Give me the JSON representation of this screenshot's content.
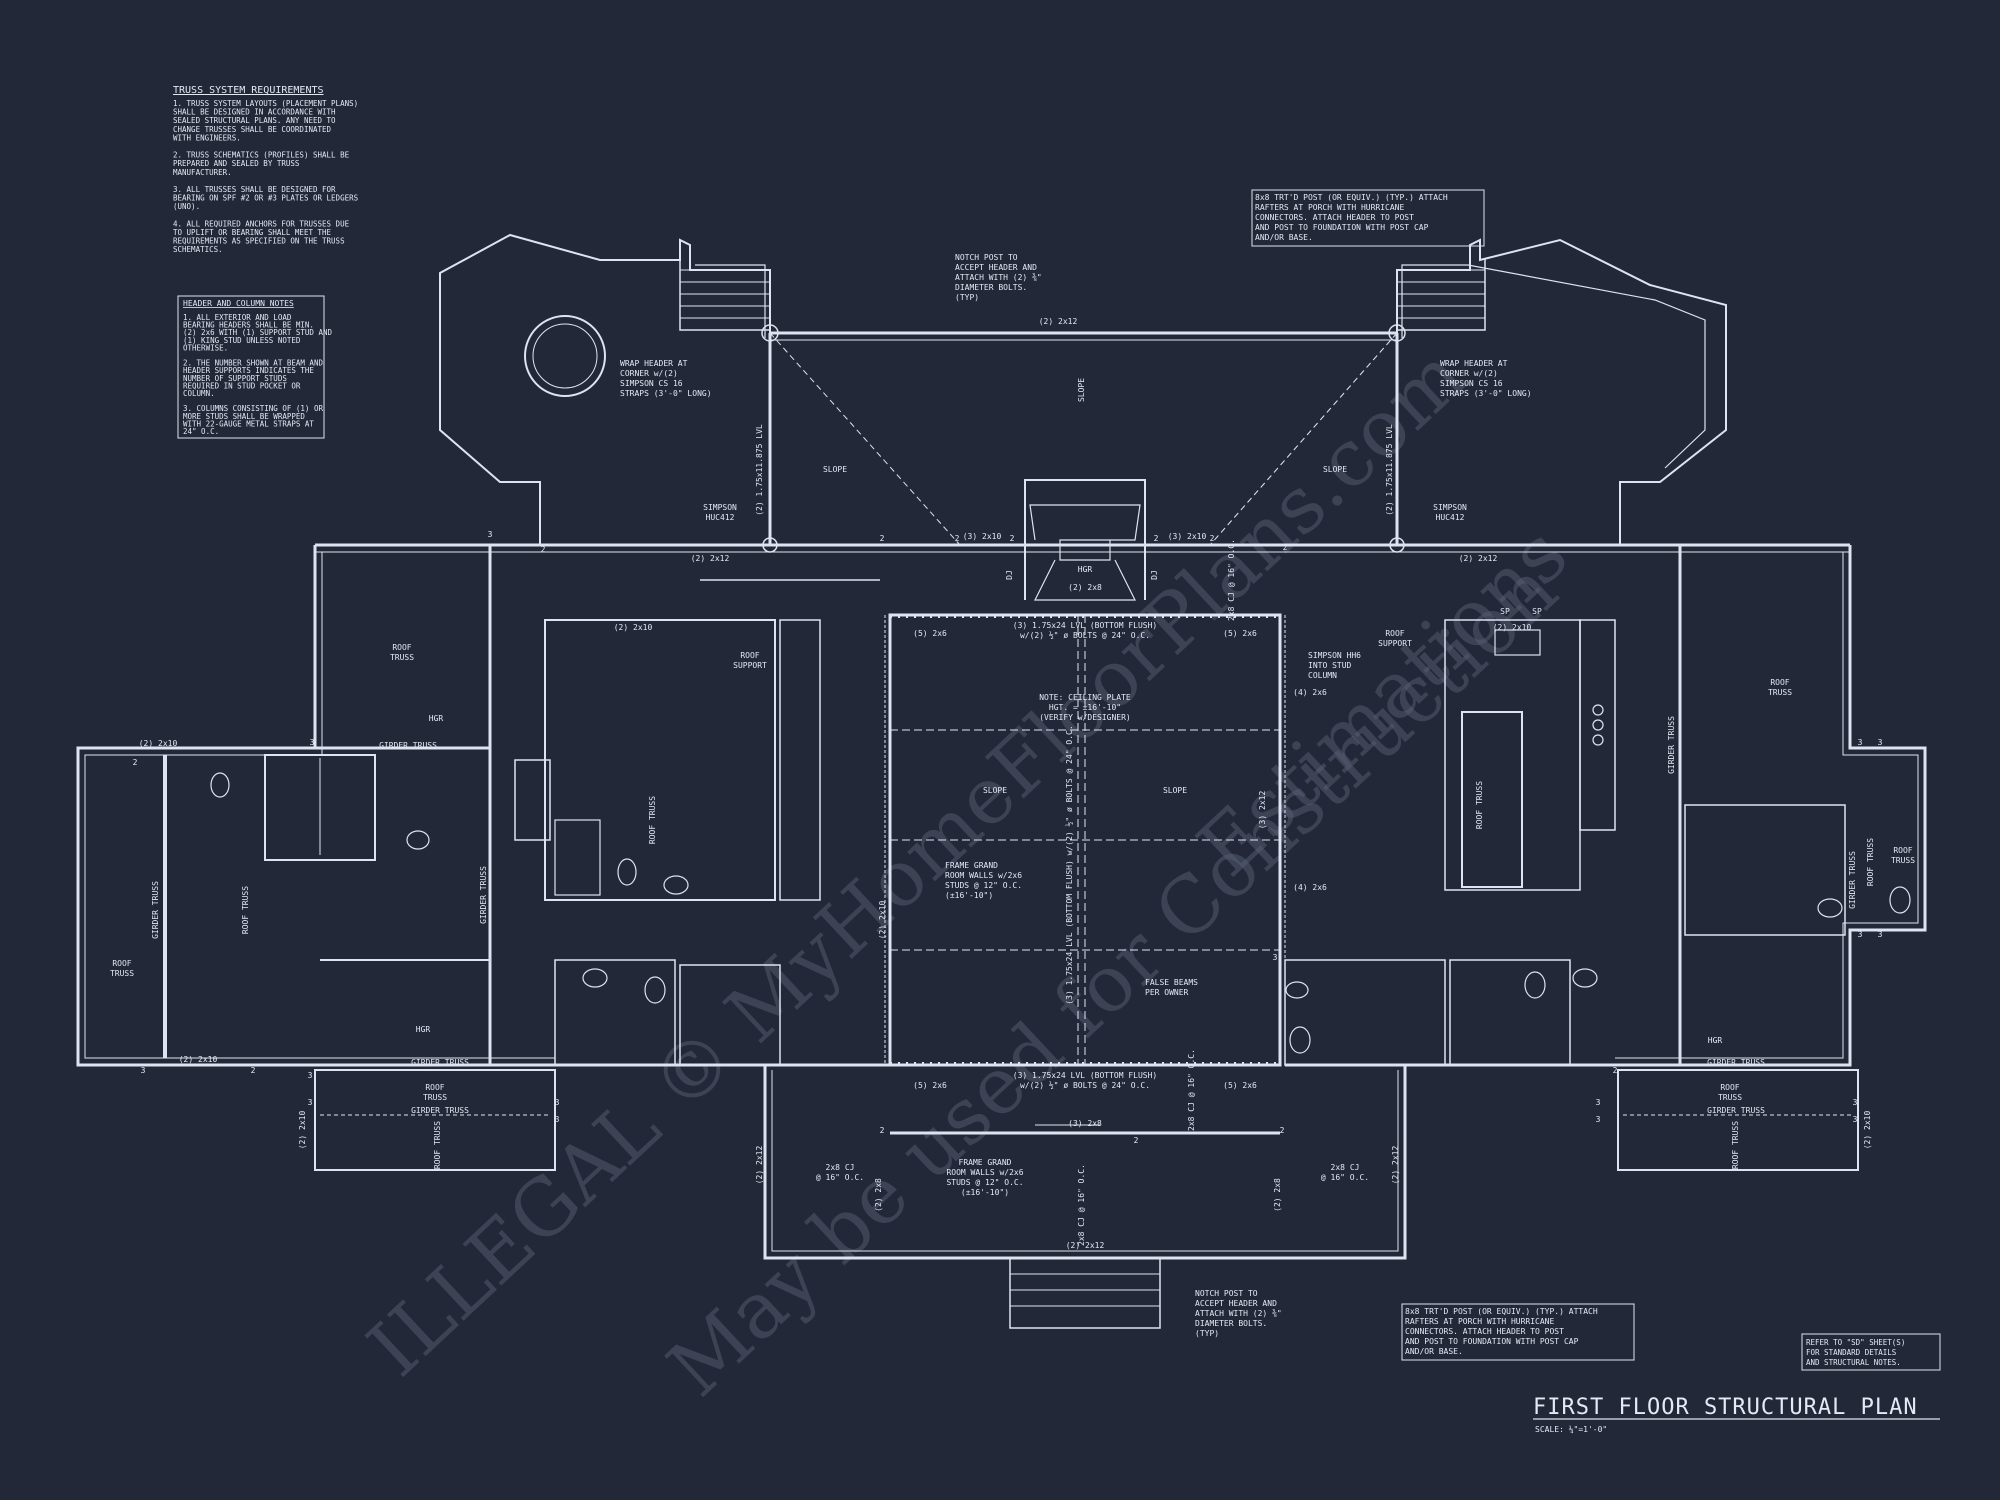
{
  "sheet": {
    "title": "FIRST FLOOR STRUCTURAL PLAN",
    "scale": "SCALE: ¼\"=1'-0\"",
    "refer": [
      "REFER TO \"SD\" SHEET(S)",
      "FOR STANDARD DETAILS",
      "AND STRUCTURAL NOTES."
    ]
  },
  "watermark": {
    "line1": "ILLEGAL © MyHomeFloorPlans.com",
    "line2": "May be used for Construction",
    "line3": "Estimations"
  },
  "truss_notes": {
    "heading": "TRUSS SYSTEM REQUIREMENTS",
    "lines": [
      "1. TRUSS SYSTEM LAYOUTS (PLACEMENT PLANS)",
      "SHALL BE DESIGNED IN ACCORDANCE WITH",
      "SEALED STRUCTURAL PLANS. ANY NEED TO",
      "CHANGE TRUSSES SHALL BE COORDINATED",
      "WITH ENGINEERS.",
      "",
      "2. TRUSS SCHEMATICS (PROFILES) SHALL BE",
      "PREPARED AND SEALED BY TRUSS",
      "MANUFACTURER.",
      "",
      "3. ALL TRUSSES SHALL BE DESIGNED FOR",
      "BEARING ON SPF #2 OR #3 PLATES OR LEDGERS",
      "(UNO).",
      "",
      "4. ALL REQUIRED ANCHORS FOR TRUSSES DUE",
      "TO UPLIFT OR BEARING SHALL MEET THE",
      "REQUIREMENTS AS SPECIFIED ON THE TRUSS",
      "SCHEMATICS."
    ]
  },
  "header_notes": {
    "heading": "HEADER AND COLUMN NOTES",
    "lines": [
      "1. ALL EXTERIOR AND LOAD",
      "BEARING HEADERS SHALL BE MIN.",
      "(2) 2x6 WITH (1) SUPPORT STUD AND",
      "(1) KING STUD UNLESS NOTED",
      "OTHERWISE.",
      "",
      "2. THE NUMBER SHOWN AT BEAM AND",
      "HEADER SUPPORTS INDICATES THE",
      "NUMBER OF SUPPORT STUDS",
      "REQUIRED IN STUD POCKET OR",
      "COLUMN.",
      "",
      "3. COLUMNS CONSISTING OF (1) OR",
      "MORE STUDS SHALL BE WRAPPED",
      "WITH 22-GAUGE METAL STRAPS AT",
      "24\" O.C."
    ]
  },
  "callouts": {
    "post_top": [
      "8x8 TRT'D POST (OR EQUIV.) (TYP.) ATTACH",
      "RAFTERS AT PORCH WITH HURRICANE",
      "CONNECTORS. ATTACH HEADER TO POST",
      "AND POST TO FOUNDATION WITH POST CAP",
      "AND/OR BASE."
    ],
    "post_bottom": [
      "8x8 TRT'D POST (OR EQUIV.) (TYP.) ATTACH",
      "RAFTERS AT PORCH WITH HURRICANE",
      "CONNECTORS. ATTACH HEADER TO POST",
      "AND POST TO FOUNDATION WITH POST CAP",
      "AND/OR BASE."
    ],
    "notch_top": [
      "NOTCH POST TO",
      "ACCEPT HEADER AND",
      "ATTACH WITH (2) ⅜\"",
      "DIAMETER BOLTS.",
      "(TYP)"
    ],
    "notch_bottom": [
      "NOTCH POST TO",
      "ACCEPT HEADER AND",
      "ATTACH WITH (2) ⅜\"",
      "DIAMETER BOLTS.",
      "(TYP)"
    ],
    "wrap_left": [
      "WRAP HEADER AT",
      "CORNER w/(2)",
      "SIMPSON CS 16",
      "STRAPS (3'-0\" LONG)"
    ],
    "wrap_right": [
      "WRAP HEADER AT",
      "CORNER w/(2)",
      "SIMPSON CS 16",
      "STRAPS (3'-0\" LONG)"
    ],
    "ceiling": [
      "NOTE: CEILING PLATE",
      "HGT. = ±16'-10\"",
      "(VERIFY w/DESIGNER)"
    ],
    "frame_grand": [
      "FRAME GRAND",
      "ROOM WALLS w/2x6",
      "STUDS @ 12\" O.C.",
      "(±16'-10\")"
    ],
    "frame_grand_b": [
      "FRAME GRAND",
      "ROOM WALLS w/2x6",
      "STUDS @ 12\" O.C.",
      "(±16'-10\")"
    ],
    "false_beams": [
      "FALSE BEAMS",
      "PER OWNER"
    ],
    "simpson_hh": [
      "SIMPSON HH6",
      "INTO STUD",
      "COLUMN"
    ],
    "lvl_top": [
      "(3) 1.75x24 LVL (BOTTOM FLUSH)",
      "w/(2) ½\" ø BOLTS @ 24\" O.C."
    ],
    "lvl_bottom": [
      "(3) 1.75x24 LVL (BOTTOM FLUSH)",
      "w/(2) ½\" ø BOLTS @ 24\" O.C."
    ],
    "roof_support": [
      "ROOF",
      "SUPPORT"
    ],
    "roof_truss": [
      "ROOF",
      "TRUSS"
    ],
    "simpson_huc": [
      "SIMPSON",
      "HUC412"
    ],
    "cj_16": [
      "2x8 CJ",
      "@ 16\" O.C."
    ]
  },
  "labels": {
    "slope": "SLOPE",
    "hgr": "HGR",
    "girder_truss": "GIRDER TRUSS",
    "roof_truss_v": "ROOF TRUSS",
    "girder_truss_v": "GIRDER TRUSS",
    "lvl_porch": "(2) 1.75x11.875 LVL",
    "lvl_vert": "(3) 1.75x24 LVL (BOTTOM FLUSH) w/(2) ½\" ø BOLTS @ 24\" O.C.",
    "h_2x12": "(2) 2x12",
    "h_2x10": "(2) 2x10",
    "h_3x10": "(3) 2x10",
    "h_2x8": "(2) 2x8",
    "h_3x8": "(3) 2x8",
    "h_5x6": "(5) 2x6",
    "h_4x6": "(4) 2x6",
    "h_3x12": "(3) 2x12",
    "cj_vert": "2x8 CJ @ 16\" O.C.",
    "sp": "SP",
    "dj": "DJ",
    "n2": "2",
    "n3": "3"
  }
}
